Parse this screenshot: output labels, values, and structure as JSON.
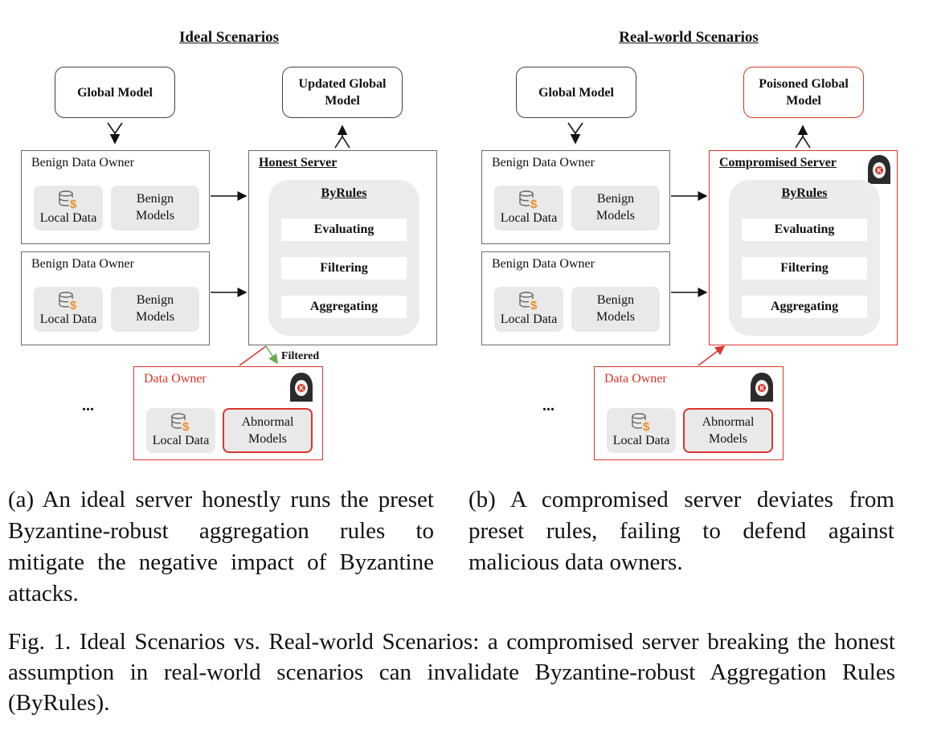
{
  "panel_a": {
    "title": "Ideal Scenarios",
    "global_model": "Global Model",
    "output_model": "Updated Global Model",
    "owner1": {
      "title": "Benign Data Owner",
      "local_data": "Local Data",
      "models": "Benign Models"
    },
    "owner2": {
      "title": "Benign Data Owner",
      "local_data": "Local Data",
      "models": "Benign Models"
    },
    "ellipsis": "...",
    "malicious": {
      "title": "Data Owner",
      "local_data": "Local Data",
      "models": "Abnormal Models"
    },
    "server": {
      "title": "Honest Server",
      "byrules": "ByRules",
      "steps": [
        "Evaluating",
        "Filtering",
        "Aggregating"
      ]
    },
    "filtered_label": "Filtered",
    "caption": "(a) An ideal server honestly runs the preset Byzantine-robust aggregation rules to mitigate the negative impact of Byzantine attacks."
  },
  "panel_b": {
    "title": "Real-world Scenarios",
    "global_model": "Global Model",
    "output_model": "Poisoned Global Model",
    "owner1": {
      "title": "Benign Data Owner",
      "local_data": "Local Data",
      "models": "Benign Models"
    },
    "owner2": {
      "title": "Benign Data Owner",
      "local_data": "Local Data",
      "models": "Benign Models"
    },
    "ellipsis": "...",
    "malicious": {
      "title": "Data Owner",
      "local_data": "Local Data",
      "models": "Abnormal Models"
    },
    "server": {
      "title": "Compromised Server",
      "byrules": "ByRules",
      "steps": [
        "Evaluating",
        "Filtering",
        "Aggregating"
      ]
    },
    "caption": "(b) A compromised server deviates from preset rules, failing to defend against malicious data owners."
  },
  "figure_caption": "Fig. 1. Ideal Scenarios vs. Real-world Scenarios: a compromised server breaking the honest assumption in real-world scenarios can invalidate Byzantine-robust Aggregation Rules (ByRules).",
  "colors": {
    "accent_red": "#d9362b",
    "filtered_green": "#6aa84f",
    "tile_gray": "#e9e9e9",
    "byrules_gray": "#ececec",
    "coin_orange": "#e8912a"
  },
  "icons": [
    "database-coin-icon",
    "hooded-attacker-icon",
    "merge-arrow-icon",
    "split-arrow-icon"
  ]
}
